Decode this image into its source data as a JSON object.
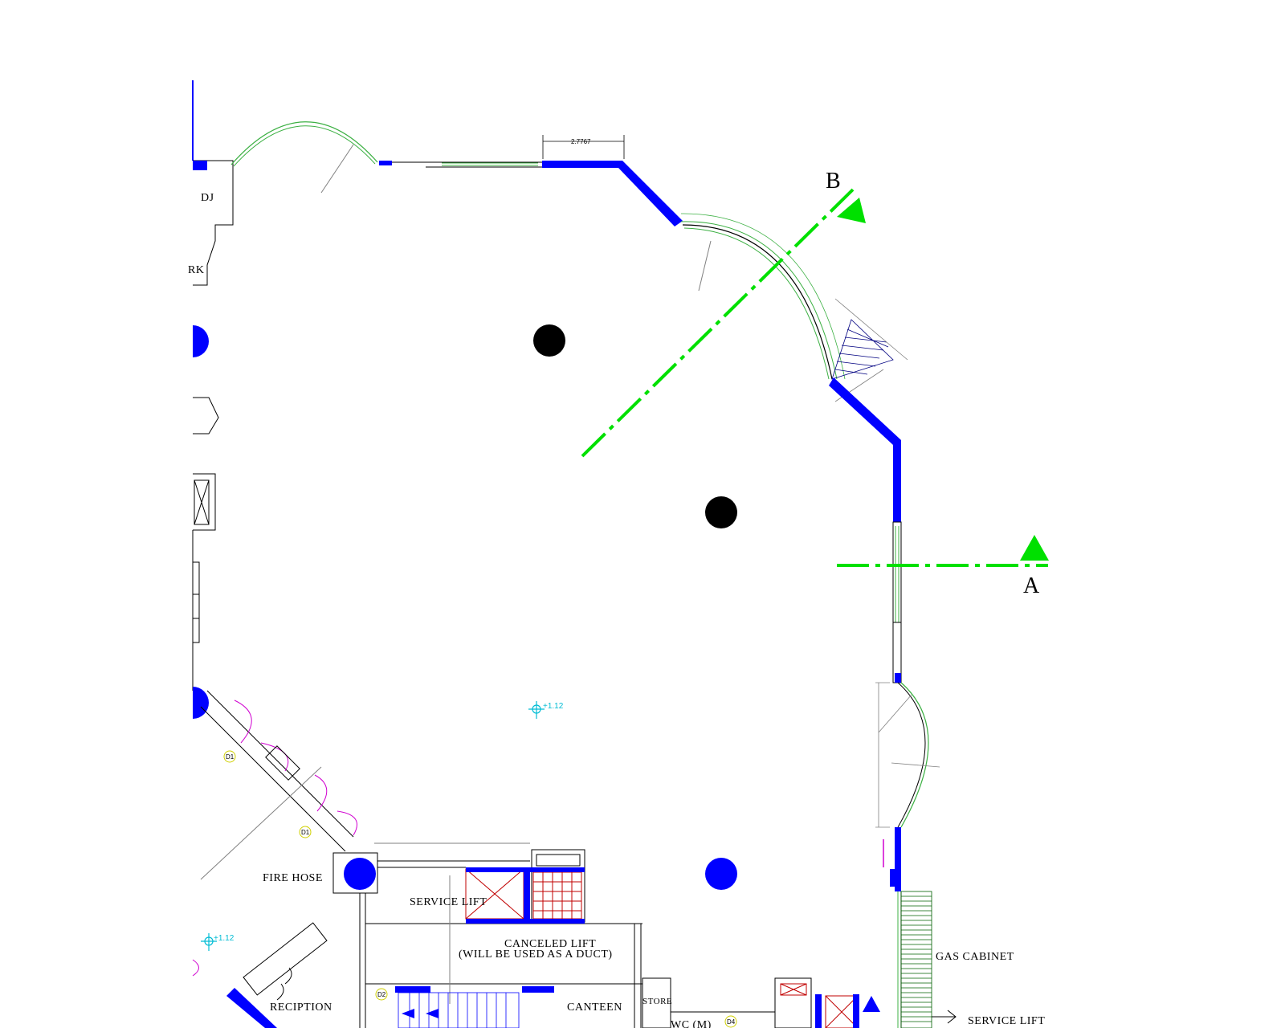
{
  "drawing": {
    "dimension": "2.7767",
    "section_marks": {
      "a": "A",
      "b": "B"
    },
    "elevations": {
      "main": "+1.12",
      "reception": "+1.12"
    },
    "door_tags": [
      "D1",
      "D1",
      "D2",
      "D4"
    ],
    "rooms": {
      "dj": "DJ",
      "park": "RK",
      "fire_hose": "FIRE  HOSE",
      "service_lift": "SERVICE  LIFT",
      "canceled_lift_line1": "CANCELED  LIFT",
      "canceled_lift_line2": "(WILL  BE  USED  AS  A  DUCT)",
      "canteen": "CANTEEN",
      "store": "STORE",
      "wc": "WC  (M)",
      "reception": "RECIPTION",
      "gas_cabinet": "GAS  CABINET",
      "service_lift_right": "SERVICE  LIFT"
    },
    "colors": {
      "wall": "#0000ff",
      "section_line": "#00e000",
      "glazing": "#3cb043",
      "door_swing": "#d000d0",
      "column": "#000000",
      "dimension": "#808080",
      "elevation": "#00bcd4"
    }
  }
}
